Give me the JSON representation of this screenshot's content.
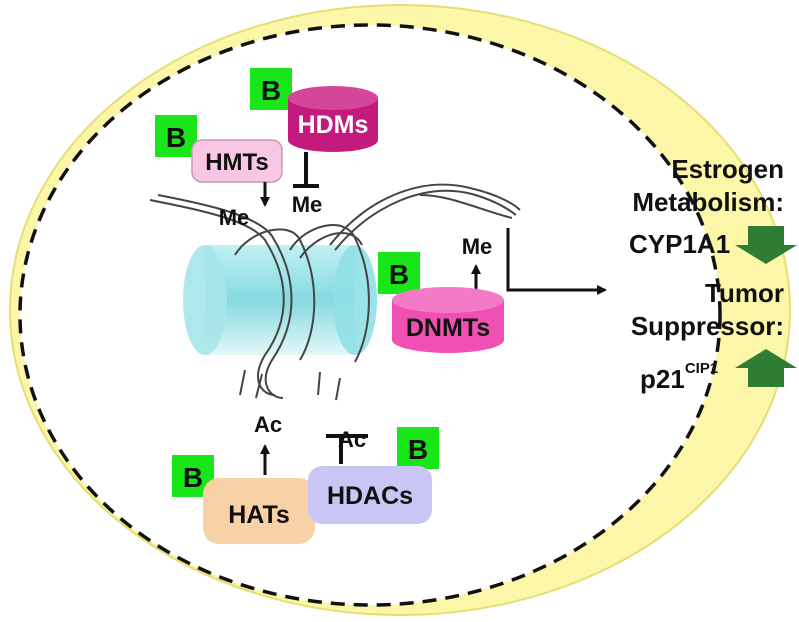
{
  "enzymes": {
    "hmts": "HMTs",
    "hdms": "HDMs",
    "dnmts": "DNMTs",
    "hats": "HATs",
    "hdacs": "HDACs"
  },
  "marks": {
    "me": "Me",
    "ac": "Ac"
  },
  "compound_label": "B",
  "effects": {
    "estrogen_heading_line1": "Estrogen",
    "estrogen_heading_line2": "Metabolism:",
    "estrogen_gene": "CYP1A1",
    "estrogen_direction": "down",
    "tumor_heading_line1": "Tumor",
    "tumor_heading_line2": "Suppressor:",
    "tumor_gene_base": "p21",
    "tumor_gene_sup": "CIP1",
    "tumor_direction": "up"
  },
  "colors": {
    "cytoplasm": "#fbf6a8",
    "cytoplasm_edge": "#e9e27a",
    "b_box": "#19e619",
    "arrow_green": "#2e7d32",
    "hmts": "#f9c6e4",
    "hdms": "#c4197d",
    "dnmts": "#f04fb4",
    "hats": "#f7d2a6",
    "hdacs": "#c9c6f6",
    "histone": "#7fd8de"
  }
}
